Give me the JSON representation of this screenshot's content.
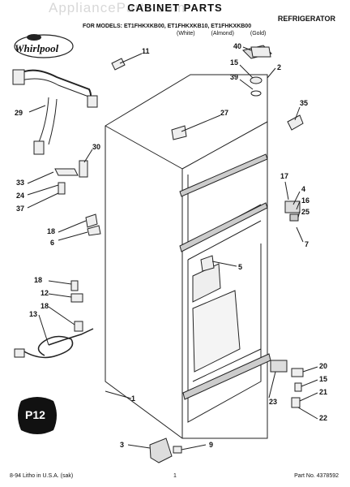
{
  "header": {
    "watermark": "ApplianceParts.com",
    "title": "CABINET PARTS",
    "category": "REFRIGERATOR",
    "model_line": "FOR MODELS: ET1FHKXKB00, ET1FHKXKB10, ET1FHKXKB00",
    "colors": [
      "(White)",
      "(Almond)",
      "(Gold)"
    ]
  },
  "logo": {
    "text": "Whirlpool"
  },
  "badge": {
    "text": "P12"
  },
  "callouts": {
    "c11": "11",
    "c40": "40",
    "c15a": "15",
    "c2": "2",
    "c39": "39",
    "c35": "35",
    "c29": "29",
    "c27": "27",
    "c30": "30",
    "c33": "33",
    "c24": "24",
    "c37": "37",
    "c17": "17",
    "c4": "4",
    "c16": "16",
    "c25": "25",
    "c7": "7",
    "c18a": "18",
    "c6": "6",
    "c5": "5",
    "c18b": "18",
    "c12": "12",
    "c13": "13",
    "c18c": "18",
    "c20": "20",
    "c15b": "15",
    "c21": "21",
    "c1": "1",
    "c23": "23",
    "c22": "22",
    "c3": "3",
    "c9": "9"
  },
  "footer": {
    "left": "8-94 Litho in U.S.A. (sak)",
    "page": "1",
    "part_no": "Part No. 4378592"
  }
}
